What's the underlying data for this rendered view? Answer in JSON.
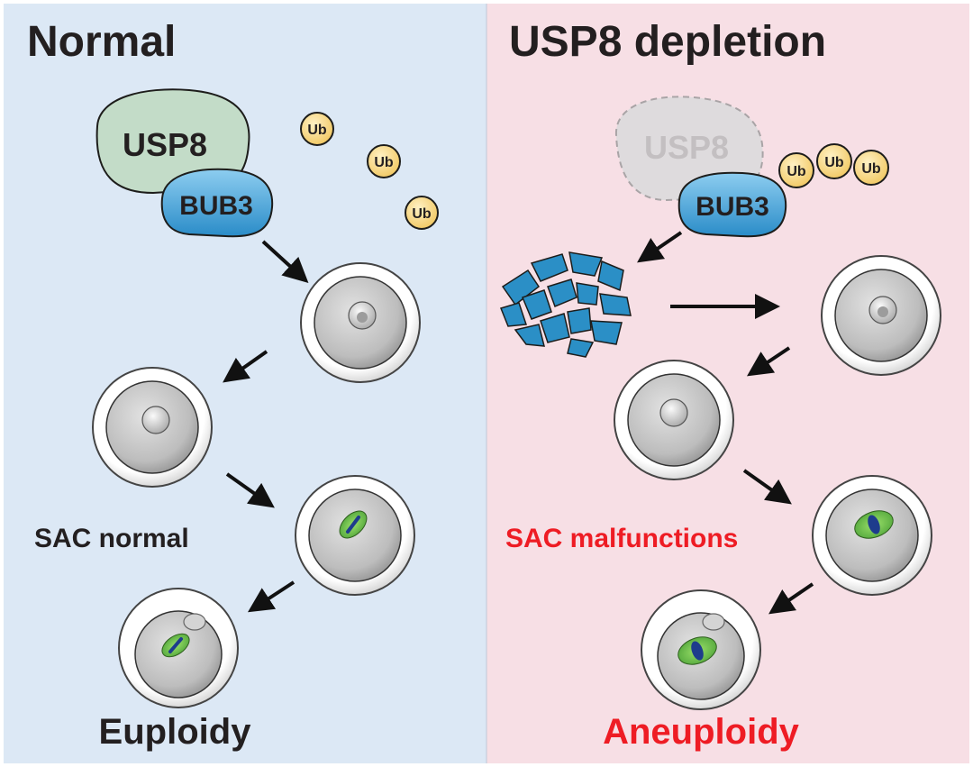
{
  "panels": {
    "left": {
      "title": "Normal",
      "background": "#dce8f5"
    },
    "right": {
      "title": "USP8 depletion",
      "background": "#f7dfe5"
    }
  },
  "proteins": {
    "usp8": "USP8",
    "bub3": "BUB3",
    "ubiquitin": "Ub"
  },
  "labels": {
    "sac_normal": "SAC normal",
    "sac_malfunctions": "SAC malfunctions",
    "euploidy": "Euploidy",
    "aneuploidy": "Aneuploidy"
  },
  "colors": {
    "usp8_fill": "#c3dcc8",
    "usp8_faded_fill": "#dedbdd",
    "bub3_fill": "#4aa6d8",
    "ub_fill": "#f5d68a",
    "highlight_text": "#ee1c24",
    "dark_text": "#231f20"
  }
}
